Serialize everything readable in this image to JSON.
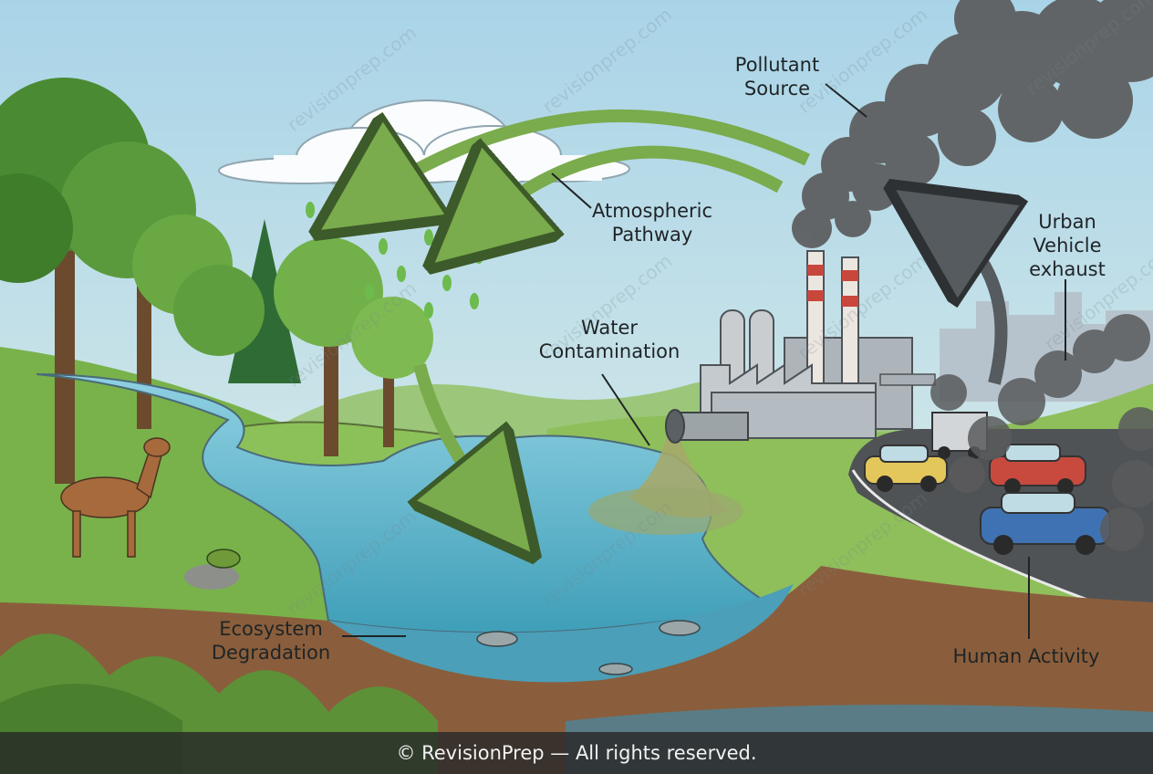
{
  "labels": {
    "pollutant_source": [
      "Pollutant",
      "Source"
    ],
    "atmospheric_pathway": [
      "Atmospheric",
      "Pathway"
    ],
    "water_contamination": [
      "Water",
      "Contamination"
    ],
    "urban_vehicle_exhaust": [
      "Urban",
      "Vehicle",
      "exhaust"
    ],
    "ecosystem_degradation": [
      "Ecosystem",
      "Degradation"
    ],
    "human_activity": "Human Activity"
  },
  "watermark": "revisionprep.com",
  "footer": "© RevisionPrep — All rights reserved.",
  "colors": {
    "sky": "#c9e2ee",
    "grass": "#7fb650",
    "forest": "#4d8a34",
    "river": "#7cc3d9",
    "smoke": "#5b5b5b",
    "arrow_green": "#78a84a",
    "arrow_dark": "#4a4f52"
  }
}
